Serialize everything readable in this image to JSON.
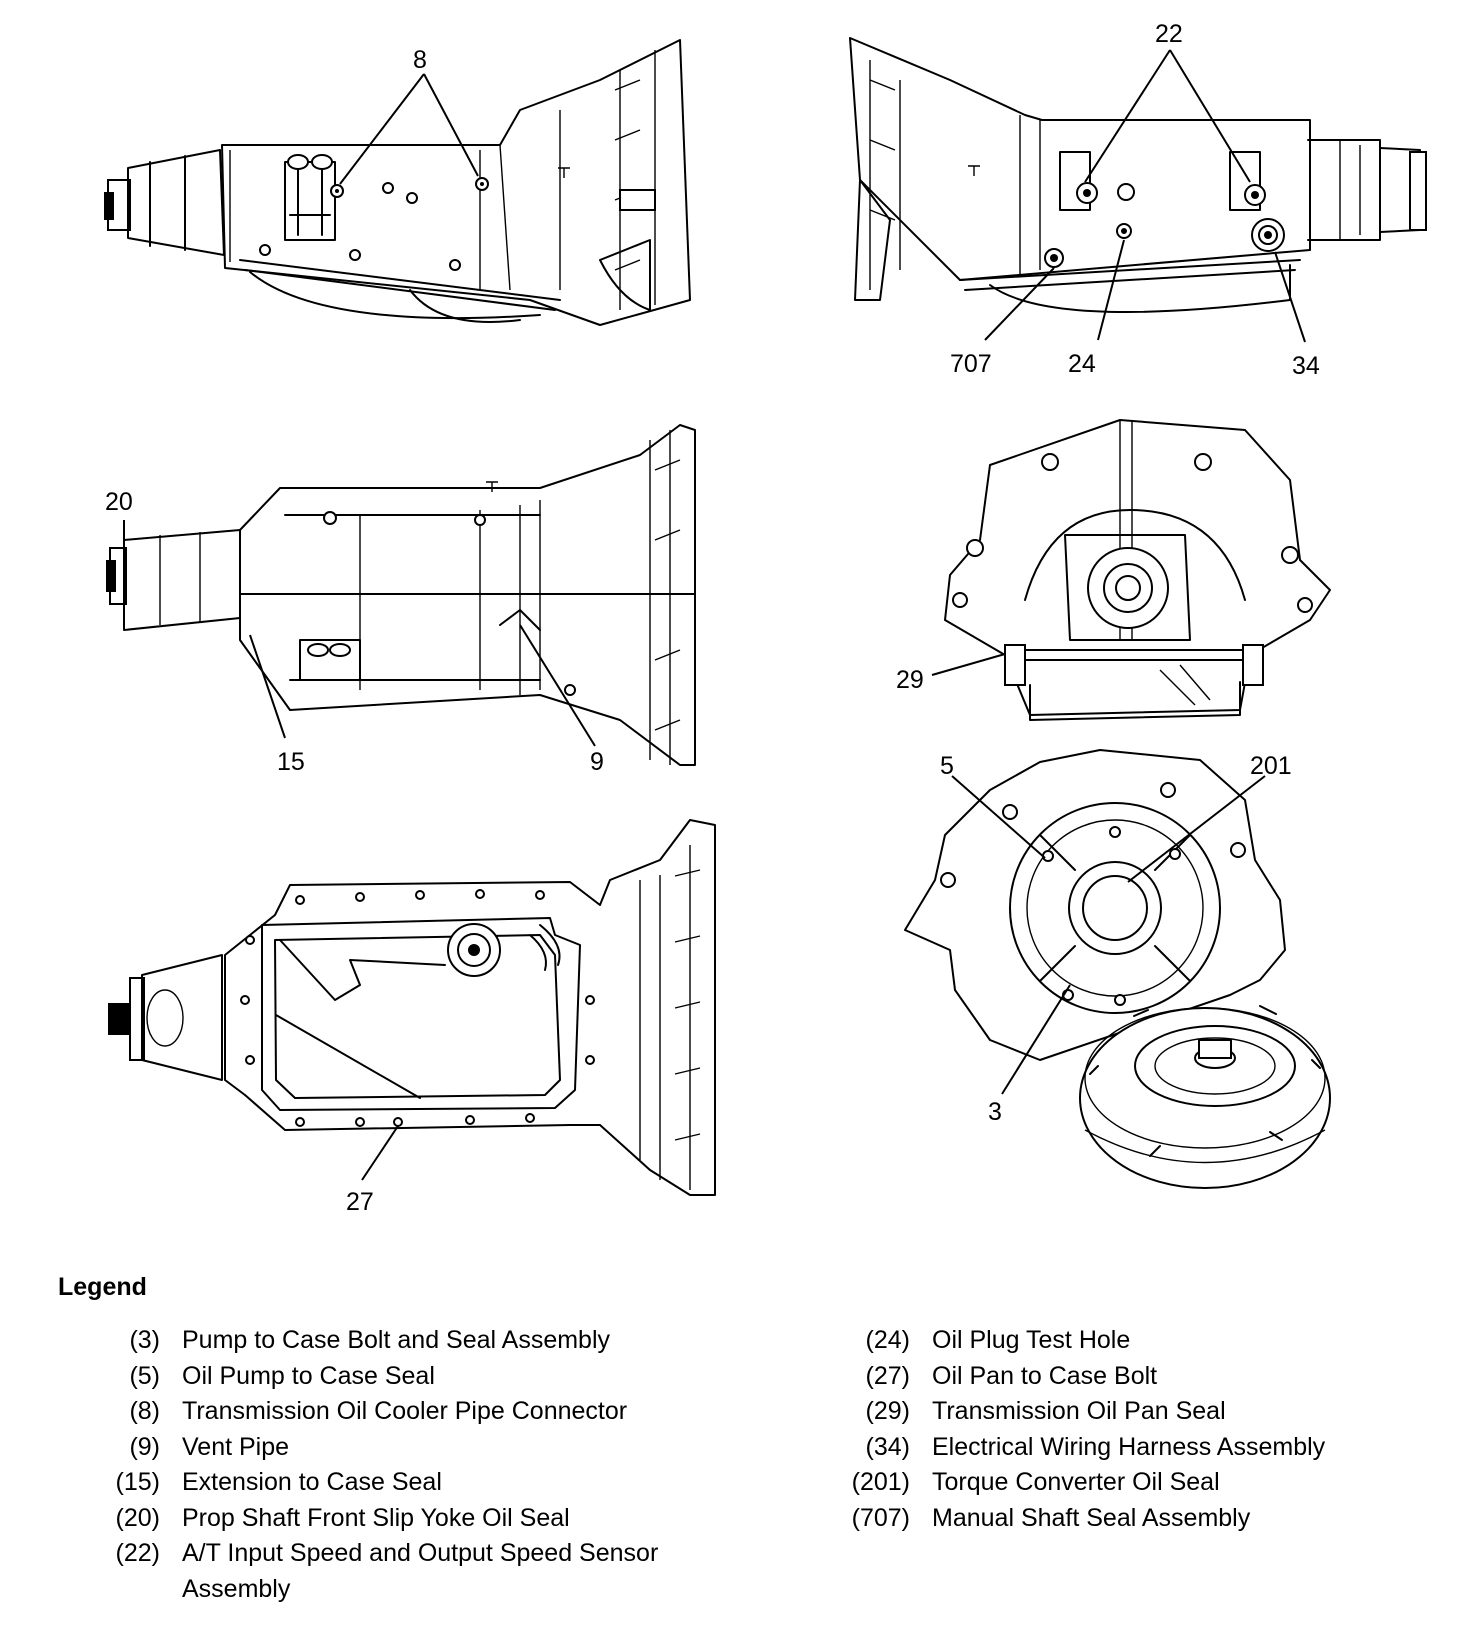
{
  "callouts": {
    "c8": "8",
    "c22": "22",
    "c707": "707",
    "c24": "24",
    "c34": "34",
    "c20": "20",
    "c15": "15",
    "c9": "9",
    "c29": "29",
    "c5": "5",
    "c201": "201",
    "c3": "3",
    "c27": "27"
  },
  "legend": {
    "title": "Legend",
    "left": [
      {
        "num": "(3)",
        "text": "Pump to Case Bolt and Seal Assembly"
      },
      {
        "num": "(5)",
        "text": "Oil Pump to Case Seal"
      },
      {
        "num": "(8)",
        "text": "Transmission Oil Cooler Pipe Connector"
      },
      {
        "num": "(9)",
        "text": "Vent Pipe"
      },
      {
        "num": "(15)",
        "text": "Extension to Case Seal"
      },
      {
        "num": "(20)",
        "text": "Prop Shaft Front Slip Yoke Oil Seal"
      },
      {
        "num": "(22)",
        "text": "A/T Input Speed and Output Speed Sensor Assembly"
      }
    ],
    "right": [
      {
        "num": "(24)",
        "text": "Oil Plug Test Hole"
      },
      {
        "num": "(27)",
        "text": "Oil Pan to Case Bolt"
      },
      {
        "num": "(29)",
        "text": "Transmission Oil Pan Seal"
      },
      {
        "num": "(34)",
        "text": "Electrical Wiring Harness Assembly"
      },
      {
        "num": "(201)",
        "text": "Torque Converter Oil Seal"
      },
      {
        "num": "(707)",
        "text": "Manual Shaft Seal Assembly"
      }
    ]
  }
}
